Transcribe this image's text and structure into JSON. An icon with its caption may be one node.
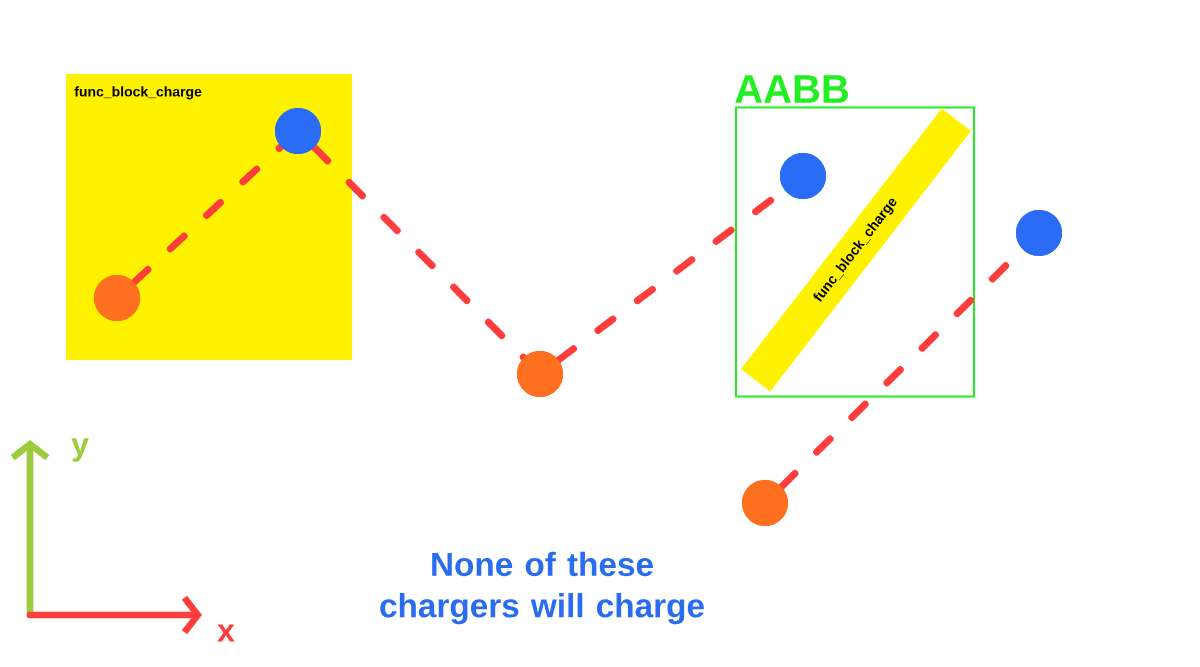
{
  "diagram": {
    "nodes": [
      {
        "text": [
          "func_block_charge"
        ]
      },
      {
        "text": [],
        "shape": "circle",
        "in": 0
      },
      {
        "text": [],
        "shape": "circle",
        "in": 0
      },
      {
        "text": [],
        "shape": "circle"
      },
      {
        "text": [
          "AABB"
        ]
      },
      {
        "text": [
          "func_block_charge"
        ],
        "in": 4
      },
      {
        "text": [],
        "shape": "circle",
        "in": 4
      },
      {
        "text": [],
        "shape": "circle"
      },
      {
        "text": [],
        "shape": "circle"
      }
    ],
    "edges": [
      {
        "from": 1,
        "to": 2,
        "arrow": "none",
        "style": "dashed"
      },
      {
        "from": 2,
        "to": 3,
        "arrow": "none",
        "style": "dashed"
      },
      {
        "from": 3,
        "to": 6,
        "arrow": "none",
        "style": "dashed"
      },
      {
        "from": 8,
        "to": 7,
        "arrow": "none",
        "style": "dashed"
      }
    ],
    "labels": [
      "y",
      "x",
      "None of these chargers will charge"
    ]
  }
}
